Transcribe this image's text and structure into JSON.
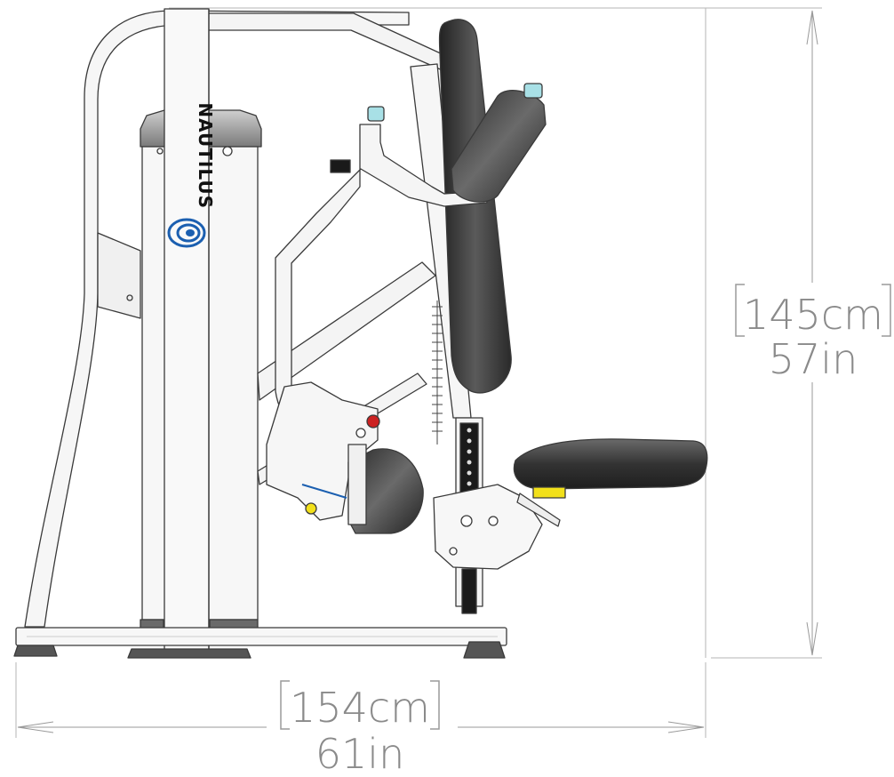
{
  "brand": {
    "name": "NAUTILUS",
    "logo_color": "#1b5fb0"
  },
  "dimensions": {
    "height_cm": "145cm",
    "height_in": "57in",
    "width_cm": "154cm",
    "width_in": "61in",
    "line_color": "#9a9a9a"
  },
  "machine": {
    "pad_color": "#3a3a3a",
    "frame_color": "#f2f2f2",
    "outline_color": "#3a3a3a",
    "pin_color": "#cc2222",
    "label_color": "#f2e01a",
    "tip_color": "#a8e0e6"
  }
}
